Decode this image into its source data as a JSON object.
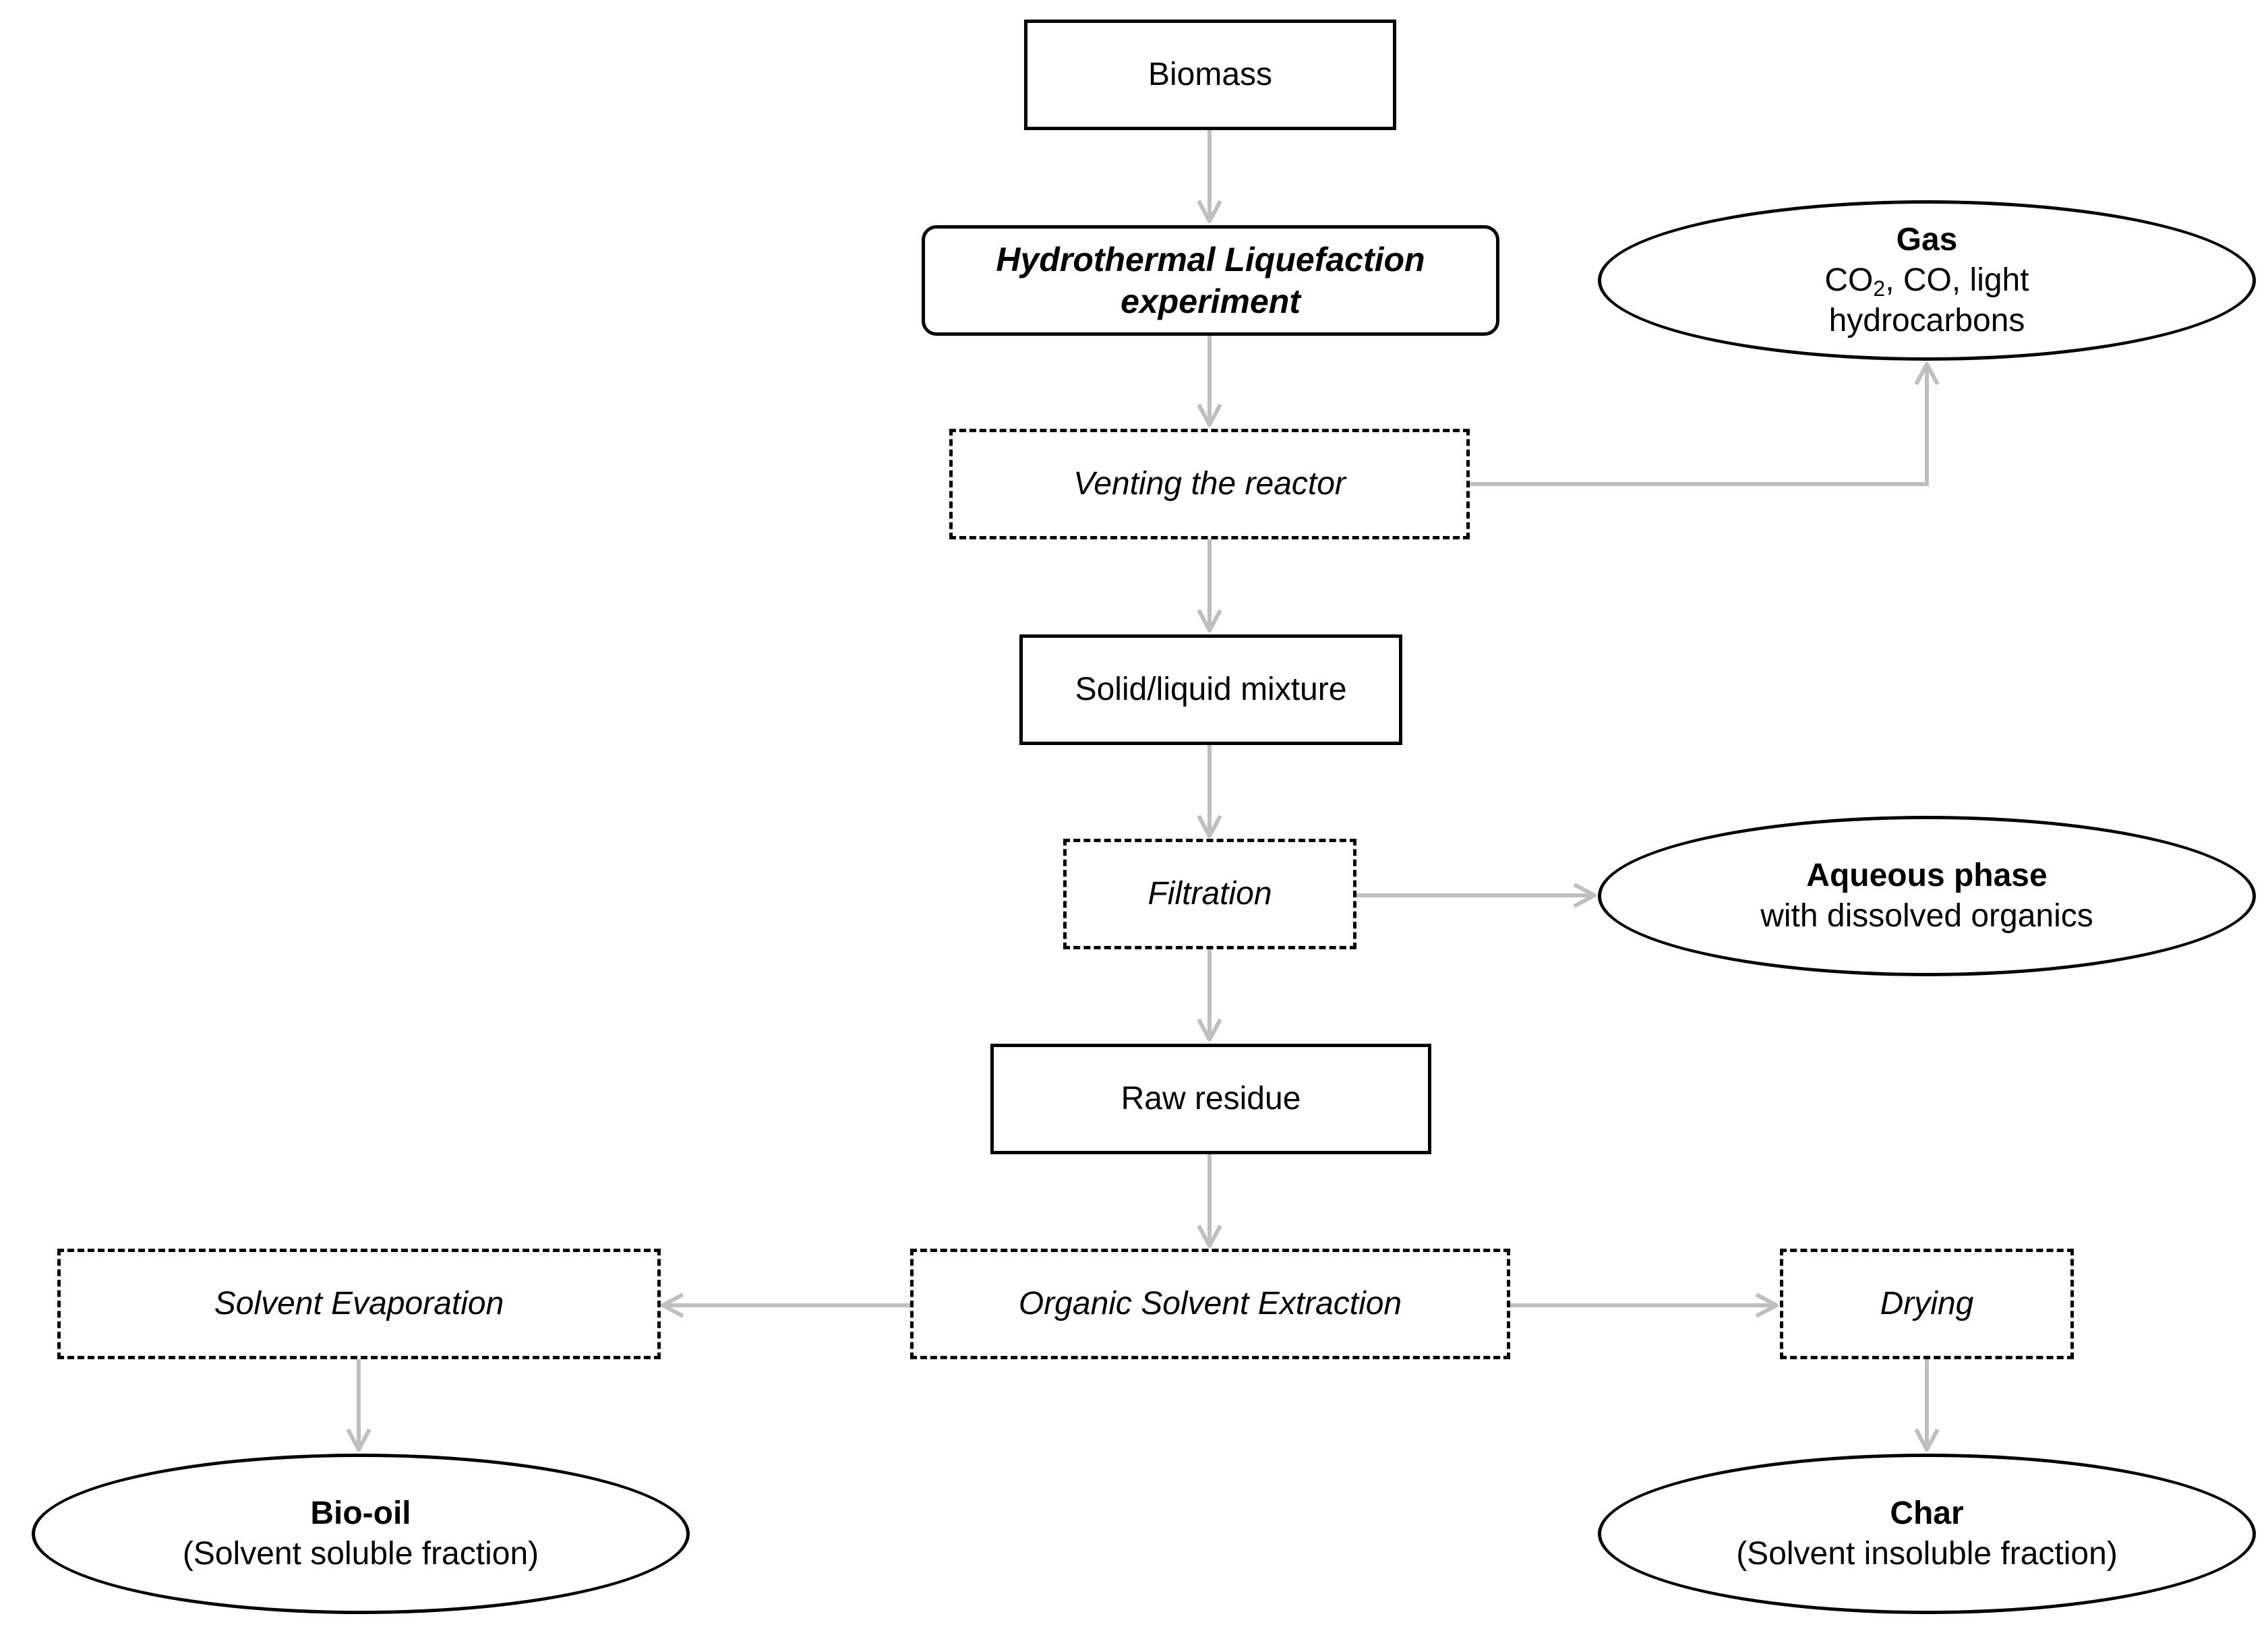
{
  "nodes": {
    "biomass": "Biomass",
    "htl_line1": "Hydrothermal Liquefaction",
    "htl_line2": "experiment",
    "venting": "Venting the reactor",
    "solid_liquid": "Solid/liquid mixture",
    "filtration": "Filtration",
    "raw_residue": "Raw residue",
    "organic_extraction": "Organic Solvent Extraction",
    "solvent_evaporation": "Solvent Evaporation",
    "drying": "Drying"
  },
  "products": {
    "gas": {
      "title": "Gas",
      "co2_base": "CO",
      "co2_sub": "2",
      "line1_rest": ", CO, light",
      "line2": "hydrocarbons"
    },
    "aqueous": {
      "title": "Aqueous phase",
      "subtitle": "with dissolved organics"
    },
    "biooil": {
      "title": "Bio-oil",
      "subtitle": "(Solvent soluble fraction)"
    },
    "char": {
      "title": "Char",
      "subtitle": "(Solvent insoluble fraction)"
    }
  },
  "colors": {
    "arrow": "#bfbfbf",
    "border": "#000000",
    "background": "#ffffff"
  }
}
